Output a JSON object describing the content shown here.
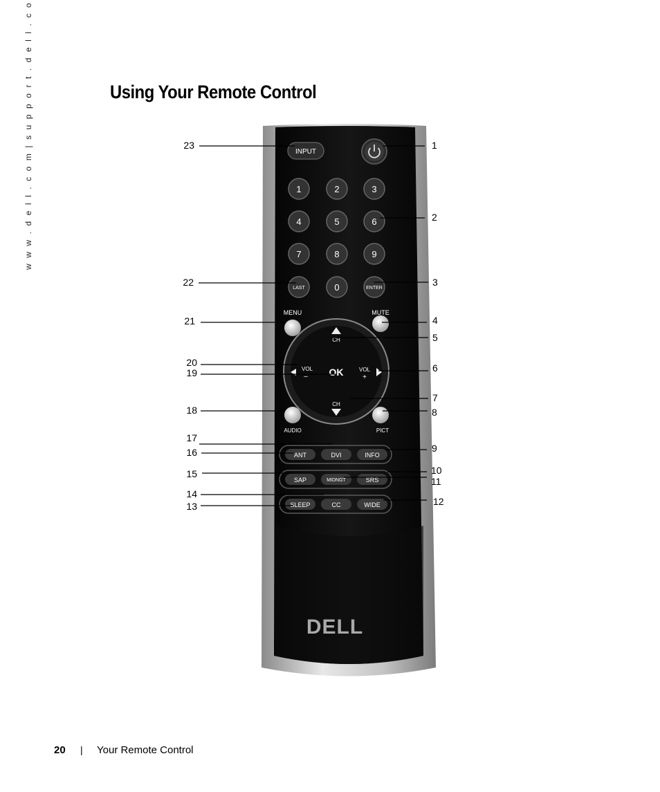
{
  "page": {
    "side_url": "w w w . d e l l . c o m  |  s u p p o r t . d e l l . c o m",
    "title": "Using Your Remote Control",
    "page_number": "20",
    "separator": "|",
    "section": "Your Remote Control"
  },
  "remote": {
    "brand": "DELL",
    "buttons": {
      "input": "INPUT",
      "num1": "1",
      "num2": "2",
      "num3": "3",
      "num4": "4",
      "num5": "5",
      "num6": "6",
      "num7": "7",
      "num8": "8",
      "num9": "9",
      "last": "LAST",
      "num0": "0",
      "enter": "ENTER",
      "menu": "MENU",
      "mute": "MUTE",
      "ch_up": "CH",
      "ch_down": "CH",
      "vol_minus": "VOL",
      "vol_plus": "VOL",
      "vol_minus_sign": "–",
      "vol_plus_sign": "+",
      "ok": "OK",
      "audio": "AUDIO",
      "pict": "PICT",
      "ant": "ANT",
      "dvi": "DVI",
      "info": "INFO",
      "sap": "SAP",
      "midnght": "MIDNGT",
      "srs": "SRS",
      "sleep": "SLEEP",
      "cc": "CC",
      "wide": "WIDE"
    }
  },
  "callouts": {
    "c1": "1",
    "c2": "2",
    "c3": "3",
    "c4": "4",
    "c5": "5",
    "c6": "6",
    "c7": "7",
    "c8": "8",
    "c9": "9",
    "c10": "10",
    "c11": "11",
    "c12": "12",
    "c13": "13",
    "c14": "14",
    "c15": "15",
    "c16": "16",
    "c17": "17",
    "c18": "18",
    "c19": "19",
    "c20": "20",
    "c21": "21",
    "c22": "22",
    "c23": "23"
  }
}
